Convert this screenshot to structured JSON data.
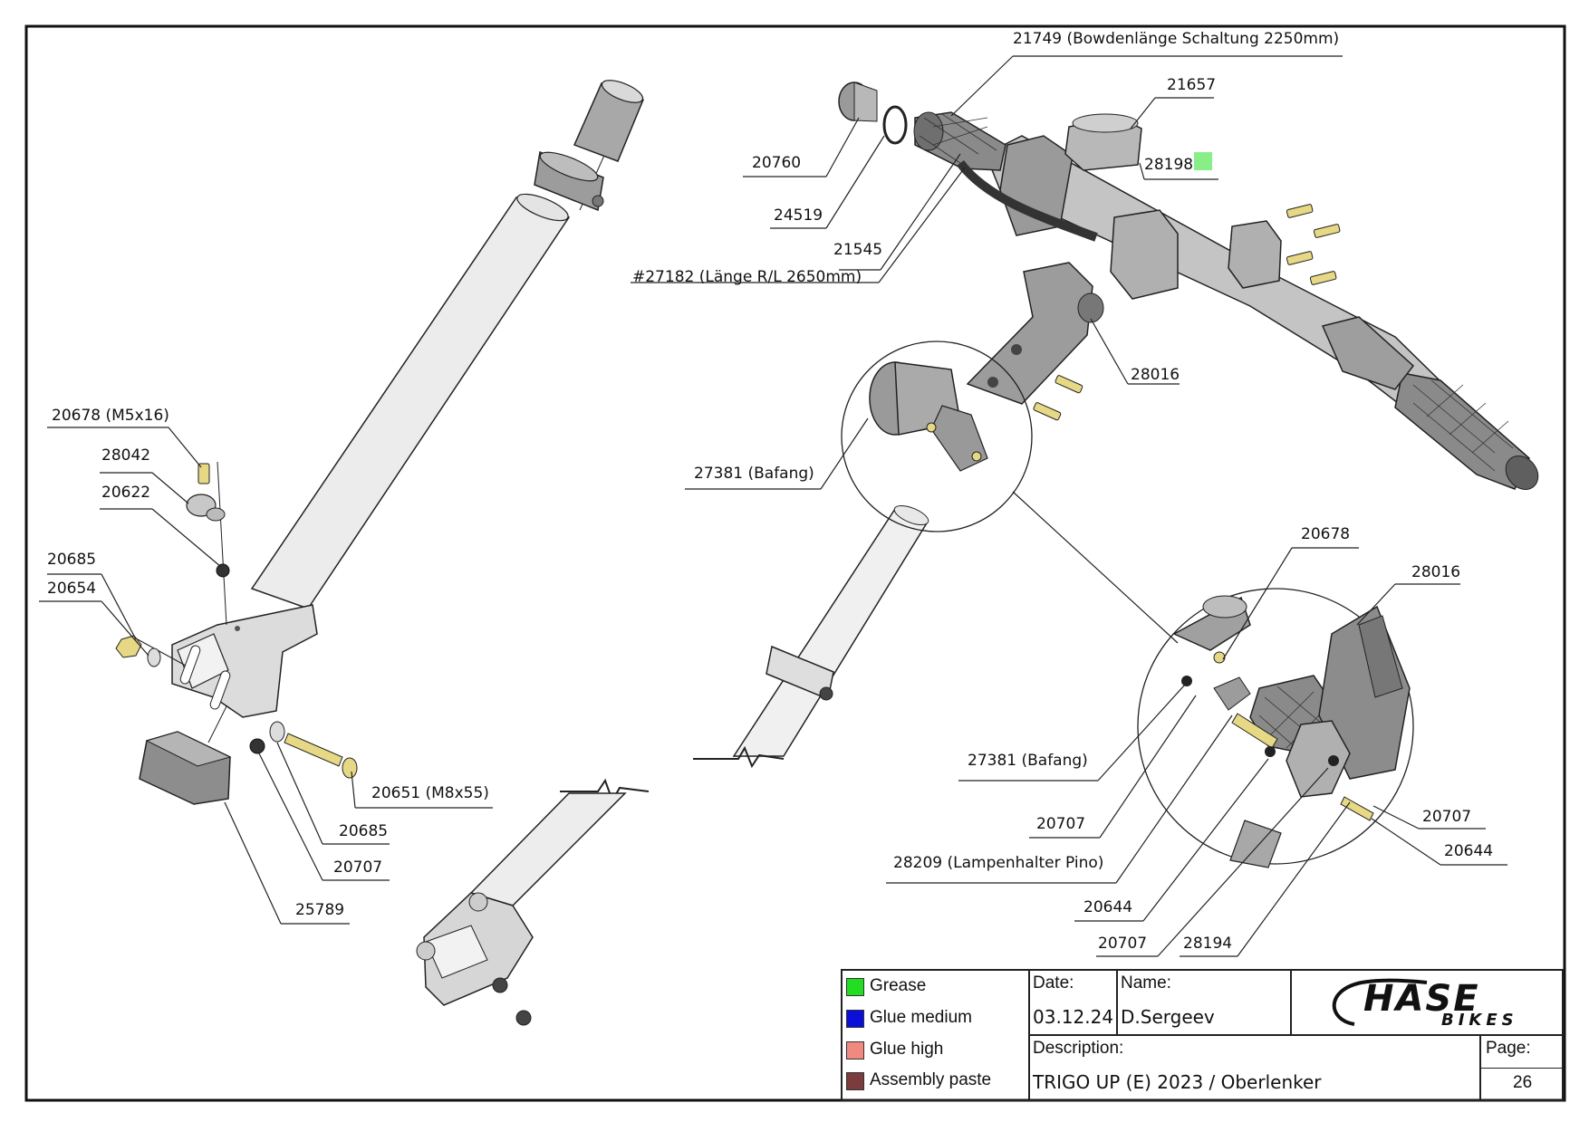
{
  "callouts": {
    "c21749": "21749 (Bowdenlänge Schaltung 2250mm)",
    "c21657": "21657",
    "c28198": "28198",
    "c20760": "20760",
    "c24519": "24519",
    "c21545": "21545",
    "c27182": "#27182 (Länge R/L 2650mm)",
    "c28016a": "28016",
    "c27381a": "27381 (Bafang)",
    "c20678m": "20678 (M5x16)",
    "c28042": "28042",
    "c20622": "20622",
    "c20685a": "20685",
    "c20654": "20654",
    "c20651": "20651 (M8x55)",
    "c20685b": "20685",
    "c20707a": "20707",
    "c25789": "25789",
    "c20678": "20678",
    "c28016b": "28016",
    "c27381b": "27381 (Bafang)",
    "c20707b": "20707",
    "c28209": "28209 (Lampenhalter Pino)",
    "c20644a": "20644",
    "c20707c": "20707",
    "c28194": "28194",
    "c20707d": "20707",
    "c20644b": "20644"
  },
  "legend": {
    "items": [
      {
        "label": "Grease",
        "color": "#22dd22"
      },
      {
        "label": "Glue medium",
        "color": "#0a10d8"
      },
      {
        "label": "Glue high",
        "color": "#f08a80"
      },
      {
        "label": "Assembly paste",
        "color": "#7a3c3c"
      }
    ]
  },
  "titleblock": {
    "date_label": "Date:",
    "date": "03.12.24",
    "name_label": "Name:",
    "name": "D.Sergeev",
    "description_label": "Description:",
    "description": "TRIGO UP (E) 2023 / Oberlenker",
    "page_label": "Page:",
    "page": "26",
    "logo_main": "HASE",
    "logo_sub": "BIKES"
  },
  "marker_color": "#88ee88"
}
